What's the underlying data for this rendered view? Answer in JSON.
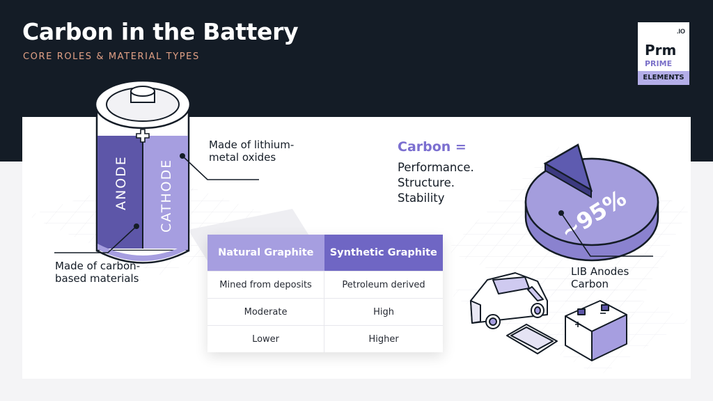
{
  "header": {
    "title": "Carbon in the Battery",
    "subtitle": "CORE ROLES & MATERIAL TYPES"
  },
  "logo": {
    "suffix": ".IO",
    "symbol": "Prm",
    "prime": "PRIME",
    "elements": "ELEMENTS"
  },
  "battery": {
    "anode_label": "ANODE",
    "cathode_label": "CATHODE",
    "anode_note": "Made of carbon-based materials",
    "cathode_note": "Made of lithium-metal oxides"
  },
  "statement": {
    "headline": "Carbon =",
    "lines": [
      "Performance.",
      "Structure.",
      "Stability"
    ]
  },
  "pie": {
    "value_label": "~95%",
    "caption": "LIB Anodes Carbon",
    "share": 0.95
  },
  "table": {
    "headers": [
      "Natural Graphite",
      "Synthetic Graphite"
    ],
    "rows": [
      [
        "Mined from deposits",
        "Petroleum derived"
      ],
      [
        "Moderate",
        "High"
      ],
      [
        "Lower",
        "Higher"
      ]
    ]
  },
  "colors": {
    "dark_bg": "#141c26",
    "accent_orange": "#e1a085",
    "anode_purple": "#5d56a8",
    "cathode_lavender": "#a69ee0",
    "synthetic_purple": "#6f66c4",
    "pie_lavender": "#a49ddd",
    "pie_slice": "#5e5bb0"
  }
}
